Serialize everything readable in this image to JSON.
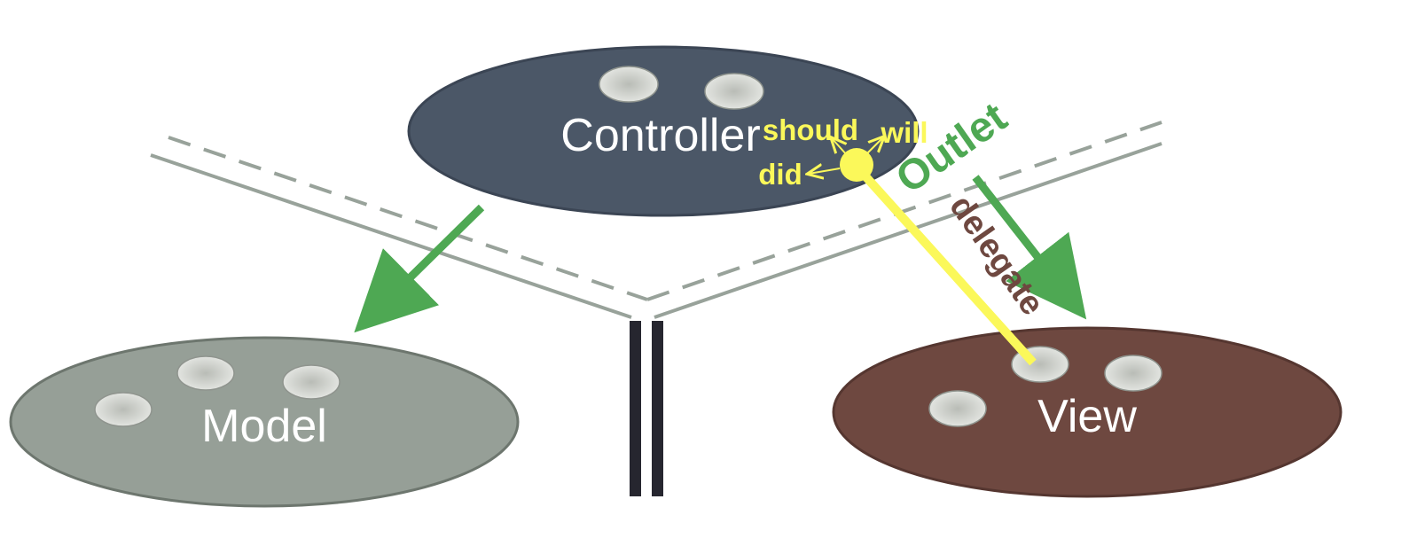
{
  "diagram": {
    "nodes": {
      "controller": {
        "label": "Controller",
        "color": "#4b5767"
      },
      "model": {
        "label": "Model",
        "color": "#969f97"
      },
      "view": {
        "label": "View",
        "color": "#6e4840"
      }
    },
    "delegate_labels": {
      "should": "should",
      "will": "will",
      "did": "did"
    },
    "outlet_label": "Outlet",
    "delegate_label": "delegate",
    "colors": {
      "outlet_arrow": "#4ea853",
      "delegate_line": "#fbf85a",
      "delegate_text": "#6e4840",
      "divider_line": "#98a29a",
      "separator_bars": "#26262f"
    }
  }
}
